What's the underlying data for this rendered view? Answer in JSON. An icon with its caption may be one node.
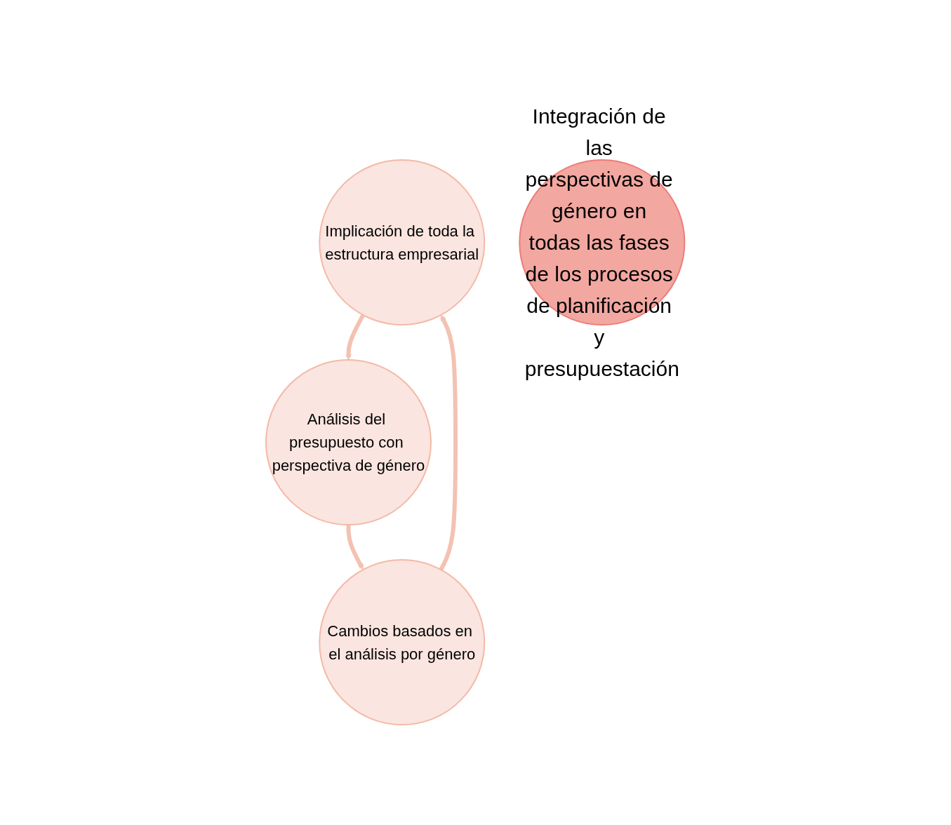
{
  "diagram": {
    "nodes": [
      {
        "text": [
          "Implicación de toda la estructura empresarial"
        ]
      },
      {
        "text": [
          "Integración de las perspectivas de género en todas las fases de los procesos de planificación y presupuestación"
        ]
      },
      {
        "text": [
          "Cambios basados en el análisis por género"
        ]
      },
      {
        "text": [
          "Análisis del presupuesto con perspectiva de género"
        ]
      }
    ],
    "edges": [
      {
        "from": 0,
        "to": 3,
        "arrow": "to"
      },
      {
        "from": 3,
        "to": 2,
        "arrow": "to"
      },
      {
        "from": 2,
        "to": 0,
        "arrow": "to"
      }
    ]
  }
}
